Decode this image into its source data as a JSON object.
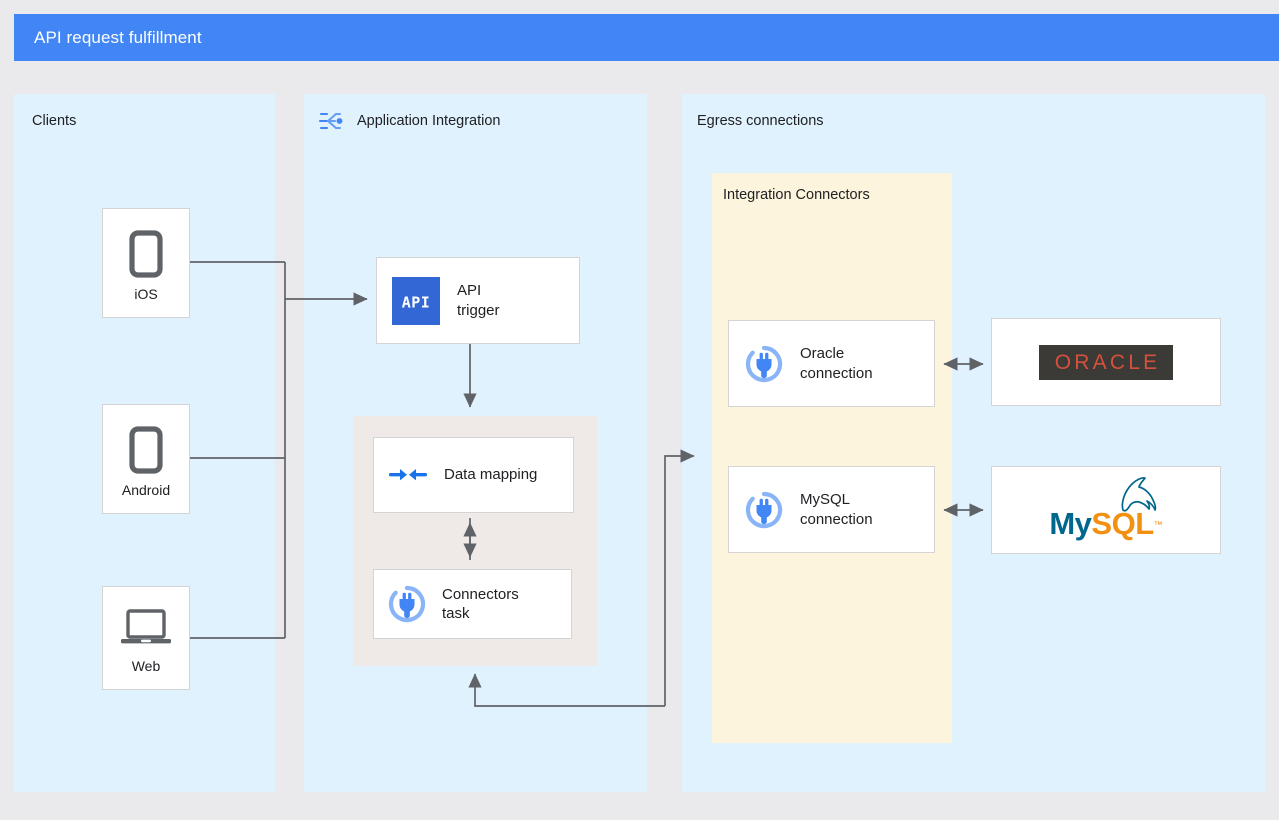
{
  "header": {
    "title": "API request fulfillment",
    "bg_color": "#4285f4",
    "text_color": "#ffffff"
  },
  "canvas": {
    "background": "#eaeaec",
    "panel_background": "#e0f2fd",
    "group_background": "#efeae7",
    "connectors_background": "#fdf4dd",
    "wire_color": "#5f6368"
  },
  "panels": [
    {
      "id": "clients",
      "label": "Clients"
    },
    {
      "id": "application-integration",
      "label": "Application Integration",
      "icon": "application-integration-icon"
    },
    {
      "id": "egress",
      "label": "Egress connections"
    }
  ],
  "clients": {
    "devices": [
      {
        "label": "iOS",
        "icon": "mobile-phone-icon"
      },
      {
        "label": "Android",
        "icon": "mobile-phone-icon"
      },
      {
        "label": "Web",
        "icon": "laptop-icon"
      }
    ]
  },
  "integration": {
    "api_trigger": {
      "label": "API\ntrigger",
      "line1": "API",
      "line2": "trigger",
      "icon": "api-badge-icon",
      "icon_text": "API",
      "icon_color": "#3367d6"
    },
    "data_mapping": {
      "label": "Data mapping",
      "icon": "data-mapping-arrows-icon",
      "icon_color": "#1a73e8"
    },
    "connectors_task": {
      "line1": "Connectors",
      "line2": "task",
      "icon": "connector-plug-icon",
      "icon_color": "#4285f4"
    }
  },
  "egress": {
    "connectors_group_label": "Integration Connectors",
    "connections": [
      {
        "line1": "Oracle",
        "line2": "connection",
        "icon": "connector-plug-icon"
      },
      {
        "line1": "MySQL",
        "line2": "connection",
        "icon": "connector-plug-icon"
      }
    ],
    "systems": [
      {
        "name": "ORACLE",
        "logo": "oracle-logo",
        "fg": "#d7503c",
        "bg": "#3b3a37"
      },
      {
        "name": "MySQL",
        "logo": "mysql-logo",
        "part1": "My",
        "part2": "SQL",
        "tm": "™",
        "fg1": "#00678c",
        "fg2": "#f29111"
      }
    ]
  }
}
